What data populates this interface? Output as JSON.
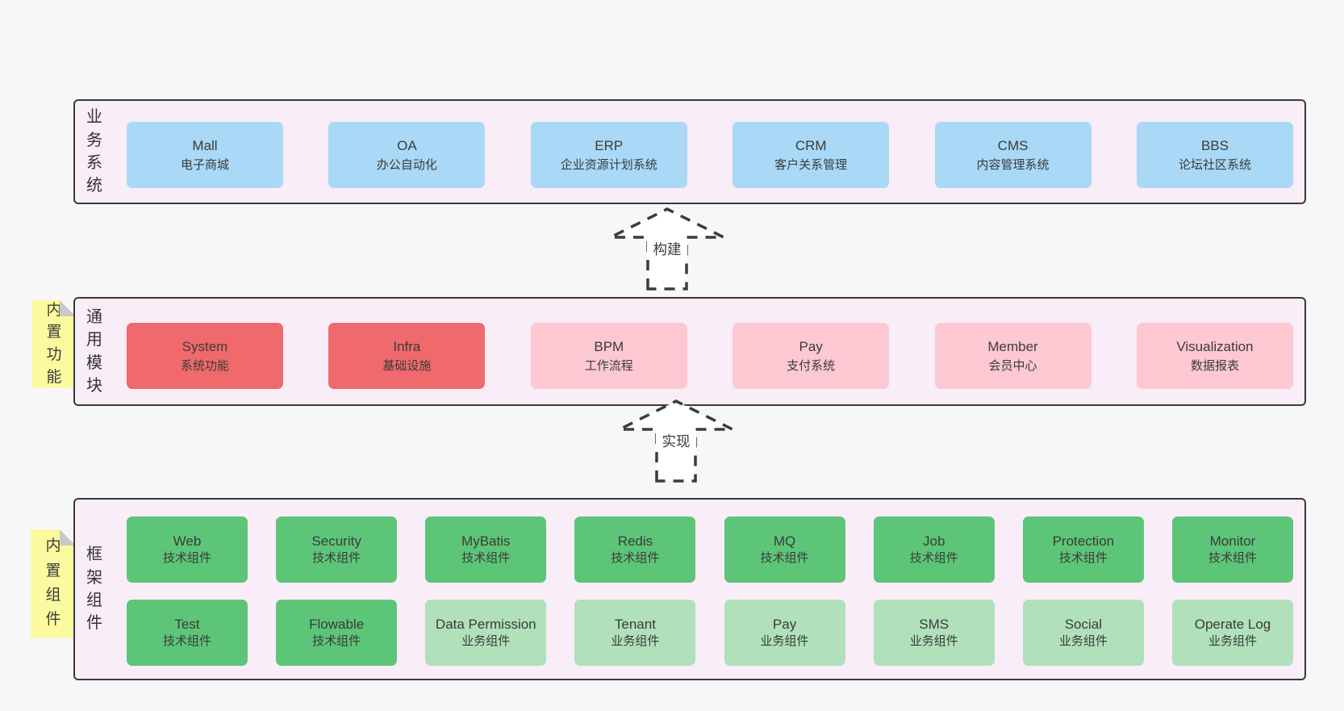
{
  "colors": {
    "page_bg": "#f7f7f7",
    "band_bg": "#f9edf8",
    "band_border": "#3a3a3a",
    "blue_box": "#a9d9f6",
    "red_box": "#f0696c",
    "pink_box": "#fdc8d2",
    "green_dark_box": "#5dc578",
    "green_light_box": "#b0e1ba",
    "sticky_bg": "#fbfa9e",
    "sticky_fold": "#c9c9c9",
    "text": "#3b3b3b"
  },
  "arrows": [
    {
      "label": "构建"
    },
    {
      "label": "实现"
    }
  ],
  "bands": [
    {
      "label": "业务系统",
      "rows": [
        [
          {
            "title": "Mall",
            "subtitle": "电子商城",
            "variant": "blue"
          },
          {
            "title": "OA",
            "subtitle": "办公自动化",
            "variant": "blue"
          },
          {
            "title": "ERP",
            "subtitle": "企业资源计划系统",
            "variant": "blue"
          },
          {
            "title": "CRM",
            "subtitle": "客户关系管理",
            "variant": "blue"
          },
          {
            "title": "CMS",
            "subtitle": "内容管理系统",
            "variant": "blue"
          },
          {
            "title": "BBS",
            "subtitle": "论坛社区系统",
            "variant": "blue"
          }
        ]
      ]
    },
    {
      "label": "通用模块",
      "sticky": "内置功能",
      "rows": [
        [
          {
            "title": "System",
            "subtitle": "系统功能",
            "variant": "red"
          },
          {
            "title": "Infra",
            "subtitle": "基础设施",
            "variant": "red"
          },
          {
            "title": "BPM",
            "subtitle": "工作流程",
            "variant": "pink"
          },
          {
            "title": "Pay",
            "subtitle": "支付系统",
            "variant": "pink"
          },
          {
            "title": "Member",
            "subtitle": "会员中心",
            "variant": "pink"
          },
          {
            "title": "Visualization",
            "subtitle": "数据报表",
            "variant": "pink"
          }
        ]
      ]
    },
    {
      "label": "框架组件",
      "sticky": "内置组件",
      "rows": [
        [
          {
            "title": "Web",
            "subtitle": "技术组件",
            "variant": "green"
          },
          {
            "title": "Security",
            "subtitle": "技术组件",
            "variant": "green"
          },
          {
            "title": "MyBatis",
            "subtitle": "技术组件",
            "variant": "green"
          },
          {
            "title": "Redis",
            "subtitle": "技术组件",
            "variant": "green"
          },
          {
            "title": "MQ",
            "subtitle": "技术组件",
            "variant": "green"
          },
          {
            "title": "Job",
            "subtitle": "技术组件",
            "variant": "green"
          },
          {
            "title": "Protection",
            "subtitle": "技术组件",
            "variant": "green"
          },
          {
            "title": "Monitor",
            "subtitle": "技术组件",
            "variant": "green"
          }
        ],
        [
          {
            "title": "Test",
            "subtitle": "技术组件",
            "variant": "green"
          },
          {
            "title": "Flowable",
            "subtitle": "技术组件",
            "variant": "green"
          },
          {
            "title": "Data Permission",
            "subtitle": "业务组件",
            "variant": "green-light"
          },
          {
            "title": "Tenant",
            "subtitle": "业务组件",
            "variant": "green-light"
          },
          {
            "title": "Pay",
            "subtitle": "业务组件",
            "variant": "green-light"
          },
          {
            "title": "SMS",
            "subtitle": "业务组件",
            "variant": "green-light"
          },
          {
            "title": "Social",
            "subtitle": "业务组件",
            "variant": "green-light"
          },
          {
            "title": "Operate Log",
            "subtitle": "业务组件",
            "variant": "green-light"
          }
        ]
      ]
    }
  ]
}
